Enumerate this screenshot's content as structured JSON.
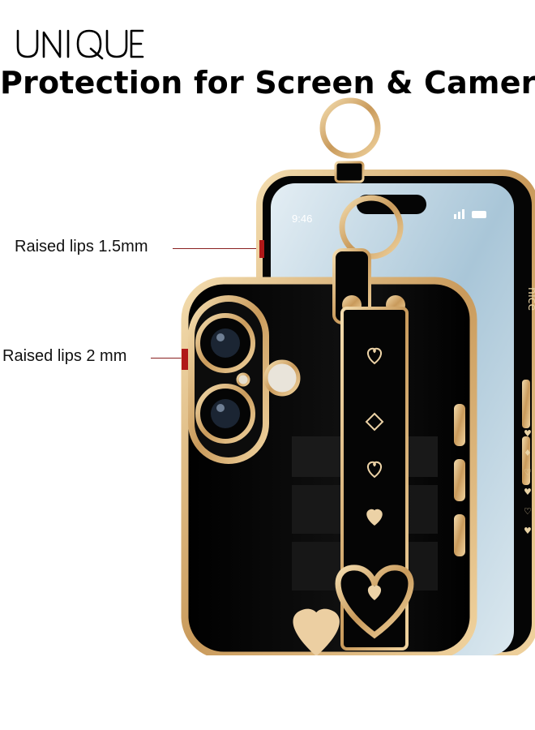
{
  "brand": {
    "logo_text": "UNIQUE",
    "logo_color": "#000000"
  },
  "headline": "Protection for Screen & Camera",
  "callouts": [
    {
      "label": "Raised lips 1.5mm",
      "line_color": "#8a2020"
    },
    {
      "label": "Raised lips 2 mm",
      "line_color": "#8a2020"
    }
  ],
  "product": {
    "status_time": "9:46",
    "side_text": "nice",
    "case_color": "#050505",
    "trim_color": "#d8b47a",
    "screen_color": "#c9dce8"
  }
}
